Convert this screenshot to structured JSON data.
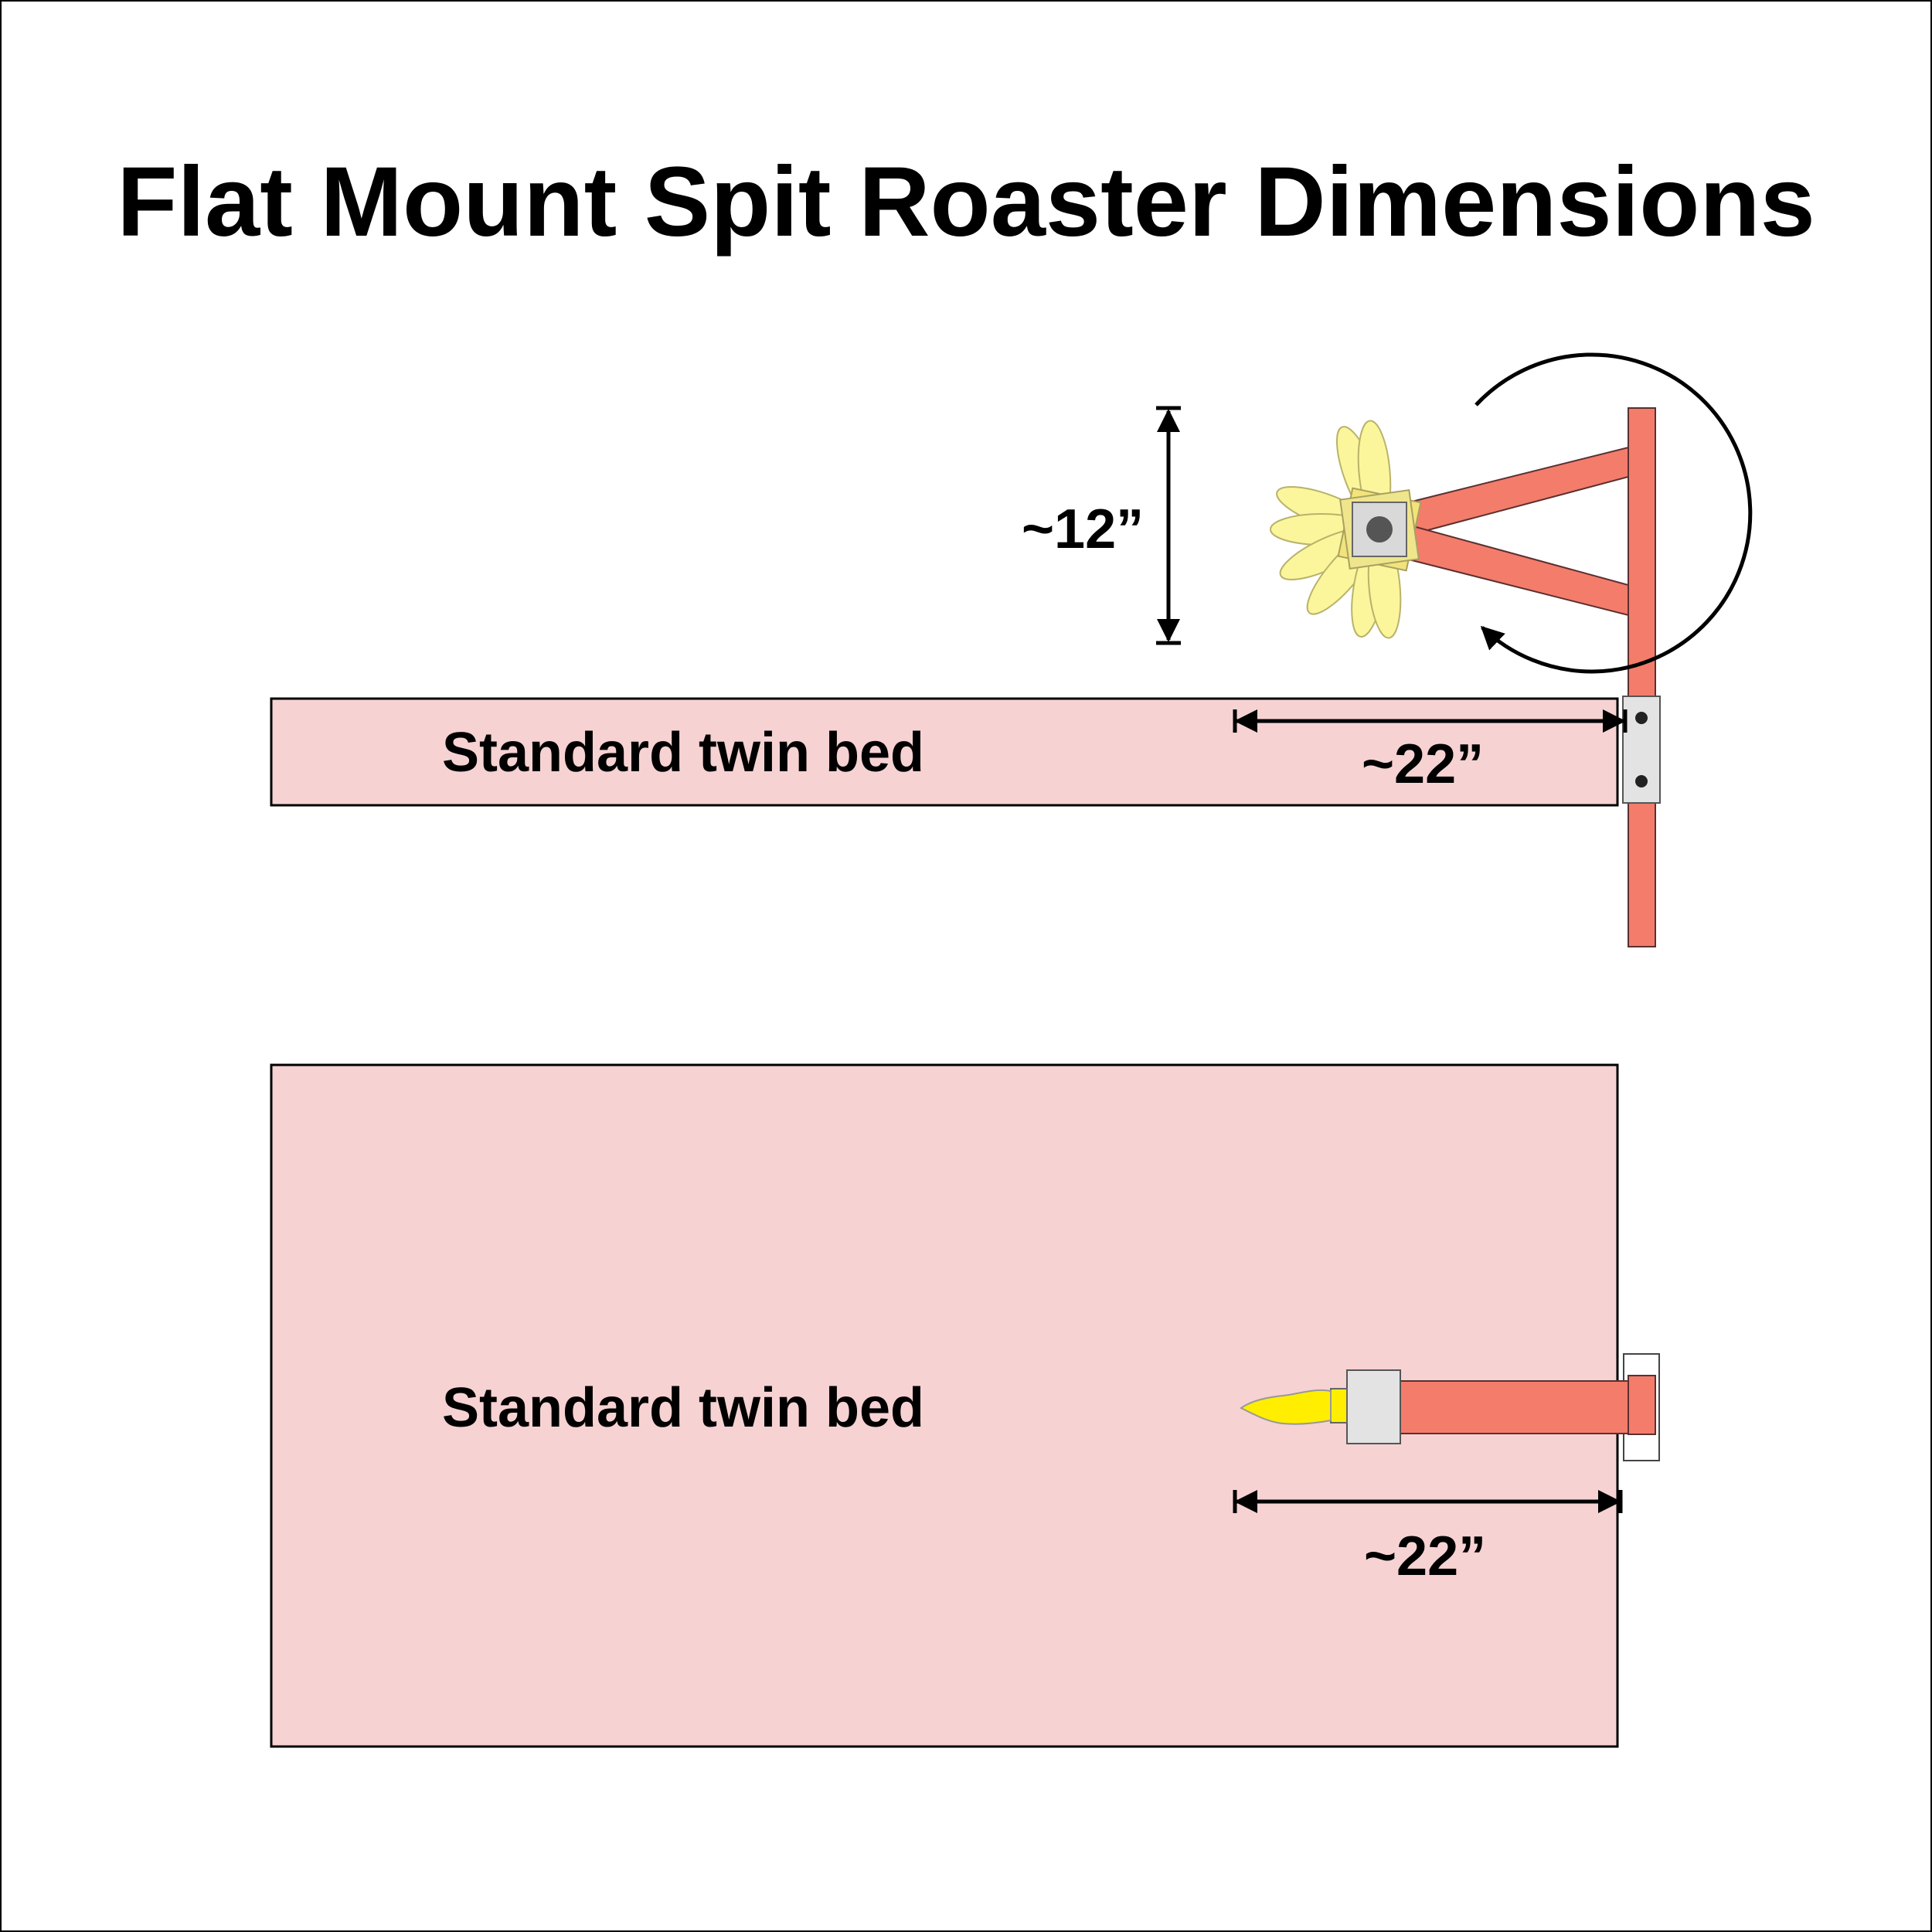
{
  "title": "Flat Mount Spit Roaster Dimensions",
  "side_view": {
    "bed_label": "Standard twin bed",
    "height_dim": "~12”",
    "depth_dim": "~22”"
  },
  "top_view": {
    "bed_label": "Standard twin bed",
    "depth_dim": "~22”"
  },
  "colors": {
    "bed_fill": "#f6d2d3",
    "bracket": "#f47c6b",
    "clamp": "#e3e3e3",
    "blade": "#fbf59c",
    "blade_top": "#ffee00"
  }
}
